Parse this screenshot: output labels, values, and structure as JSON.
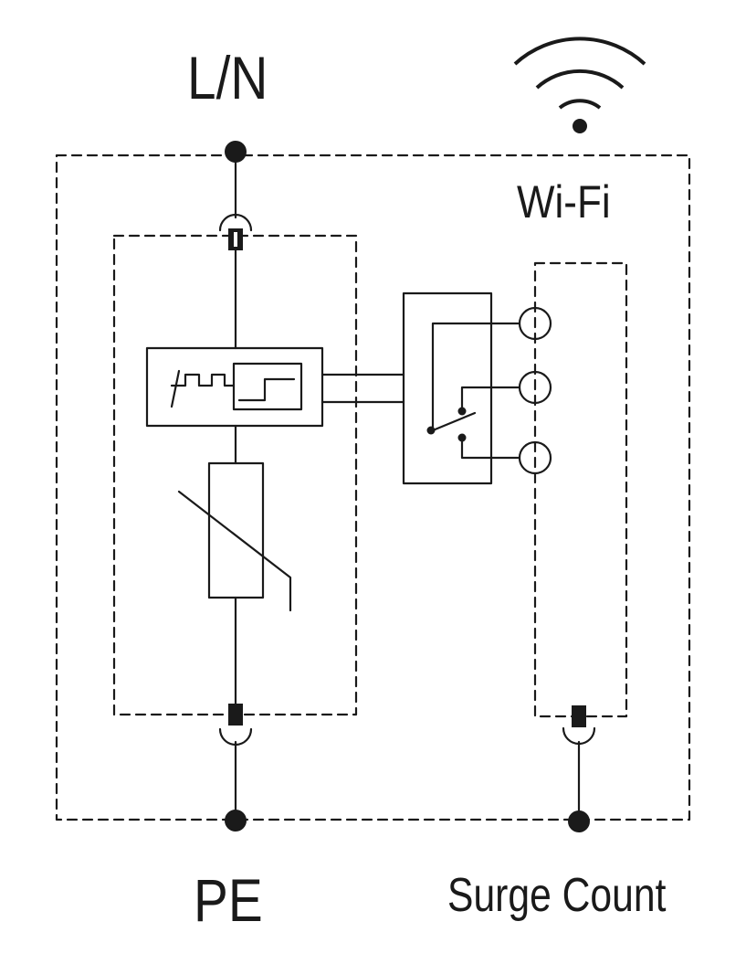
{
  "labels": {
    "line_neutral": "L/N",
    "protective_earth": "PE",
    "wifi": "Wi-Fi",
    "surge_count": "Surge Count"
  },
  "icons": {
    "wifi": "wifi-icon"
  },
  "colors": {
    "line": "#1a1a1a",
    "background": "#ffffff"
  }
}
